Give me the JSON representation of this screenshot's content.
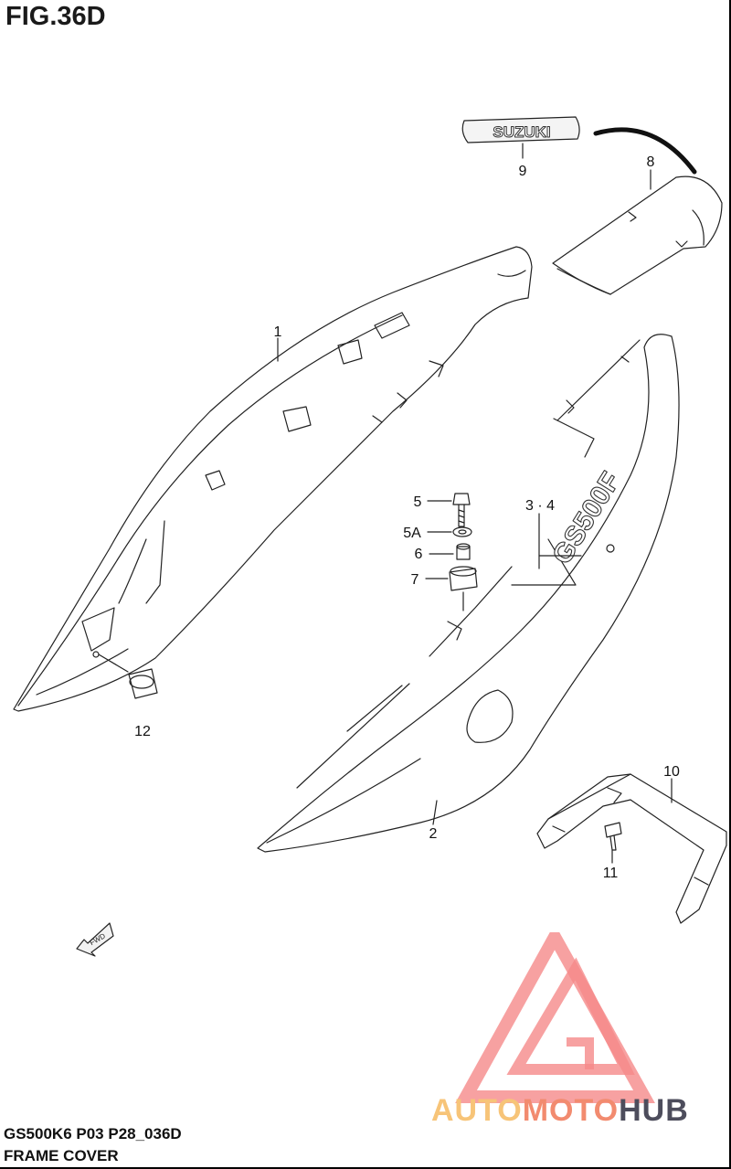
{
  "figure": {
    "title": "FIG.36D"
  },
  "emblem": {
    "text": "SUZUKI"
  },
  "fwd": {
    "text": "FWD"
  },
  "callouts": [
    "1",
    "2",
    "3 · 4",
    "5",
    "5A",
    "6",
    "7",
    "8",
    "9",
    "10",
    "11",
    "12"
  ],
  "decal_text": "GS500F",
  "footer": {
    "model_line": "GS500K6 P03 P28_036D",
    "section": "FRAME COVER"
  },
  "watermark": {
    "part1": "AUTO",
    "part2": "MOTO",
    "part3": "HUB",
    "colors": {
      "auto": "#f7c478",
      "moto": "#f28b6f",
      "hub": "#4d4d5c",
      "triangle": "#f26b6b"
    }
  }
}
